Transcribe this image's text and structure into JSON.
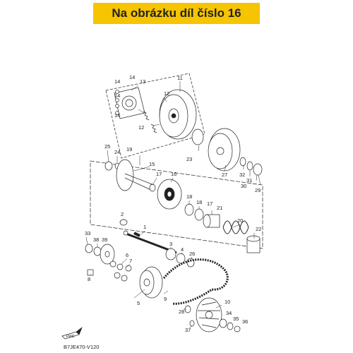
{
  "banner": {
    "text": "Na obrázku díl číslo 16",
    "color": "#f6c400"
  },
  "fwd_badge": {
    "text": "FWD",
    "icon": "forward-arrow-icon"
  },
  "figure_code": "B7JE470-V120",
  "part_labels": {
    "p1": "1",
    "p2": "2",
    "p3": "3",
    "p4": "4",
    "p5": "5",
    "p6": "6",
    "p7": "7",
    "p8": "8",
    "p9": "9",
    "p10": "10",
    "p11": "11",
    "p12a": "12",
    "p12b": "12",
    "p13": "13",
    "p14a": "14",
    "p14b": "14",
    "p14c": "14",
    "p14d": "14",
    "p15": "15",
    "p16": "16",
    "p17": "17",
    "p18a": "18",
    "p18b": "18",
    "p19": "19",
    "p20": "20",
    "p21": "21",
    "p22": "22",
    "p23": "23",
    "p24": "24",
    "p25": "25",
    "p26": "26",
    "p27": "27",
    "p28": "28",
    "p29": "29",
    "p30": "30",
    "p31": "31",
    "p32": "32",
    "p33": "33",
    "p34": "34",
    "p35": "35",
    "p36": "36",
    "p37": "37",
    "p38": "38",
    "p39": "39"
  }
}
